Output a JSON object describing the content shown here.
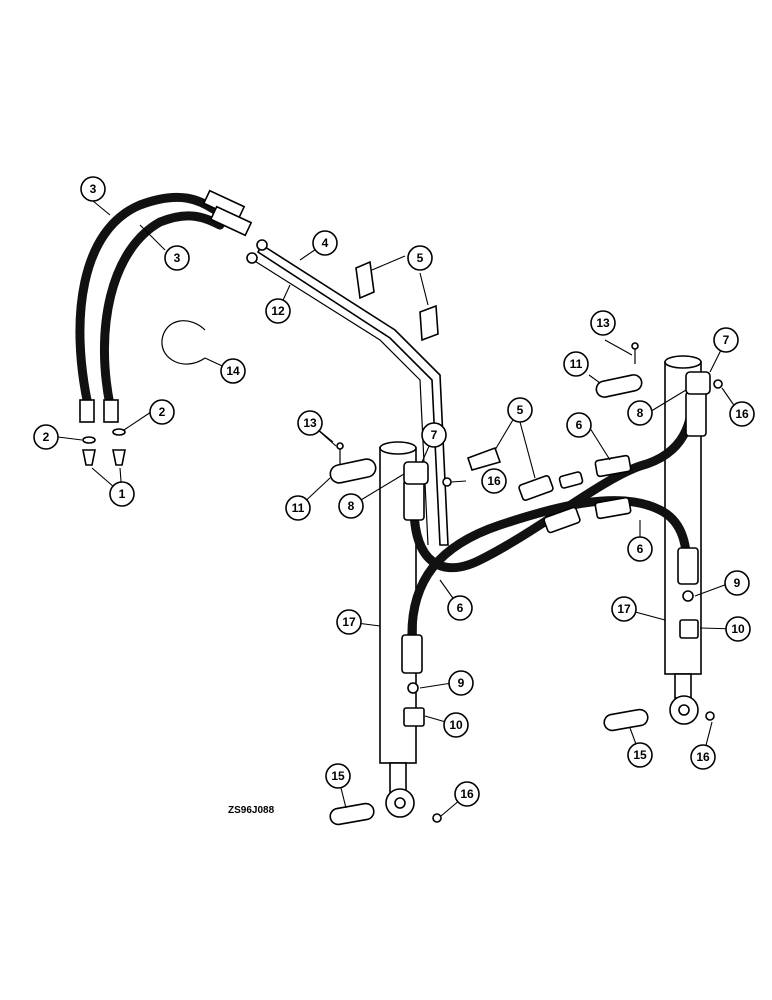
{
  "figure": {
    "reference_code": "ZS96J088"
  },
  "callouts": [
    {
      "id": "c1",
      "label": "1"
    },
    {
      "id": "c2a",
      "label": "2"
    },
    {
      "id": "c2b",
      "label": "2"
    },
    {
      "id": "c3a",
      "label": "3"
    },
    {
      "id": "c3b",
      "label": "3"
    },
    {
      "id": "c4",
      "label": "4"
    },
    {
      "id": "c5a",
      "label": "5"
    },
    {
      "id": "c5b",
      "label": "5"
    },
    {
      "id": "c6a",
      "label": "6"
    },
    {
      "id": "c6b",
      "label": "6"
    },
    {
      "id": "c6c",
      "label": "6"
    },
    {
      "id": "c7a",
      "label": "7"
    },
    {
      "id": "c7b",
      "label": "7"
    },
    {
      "id": "c8a",
      "label": "8"
    },
    {
      "id": "c8b",
      "label": "8"
    },
    {
      "id": "c9a",
      "label": "9"
    },
    {
      "id": "c9b",
      "label": "9"
    },
    {
      "id": "c10a",
      "label": "10"
    },
    {
      "id": "c10b",
      "label": "10"
    },
    {
      "id": "c11a",
      "label": "11"
    },
    {
      "id": "c11b",
      "label": "11"
    },
    {
      "id": "c12",
      "label": "12"
    },
    {
      "id": "c13a",
      "label": "13"
    },
    {
      "id": "c13b",
      "label": "13"
    },
    {
      "id": "c14",
      "label": "14"
    },
    {
      "id": "c15a",
      "label": "15"
    },
    {
      "id": "c15b",
      "label": "15"
    },
    {
      "id": "c16a",
      "label": "16"
    },
    {
      "id": "c16b",
      "label": "16"
    },
    {
      "id": "c16c",
      "label": "16"
    },
    {
      "id": "c16d",
      "label": "16"
    },
    {
      "id": "c17a",
      "label": "17"
    },
    {
      "id": "c17b",
      "label": "17"
    }
  ]
}
